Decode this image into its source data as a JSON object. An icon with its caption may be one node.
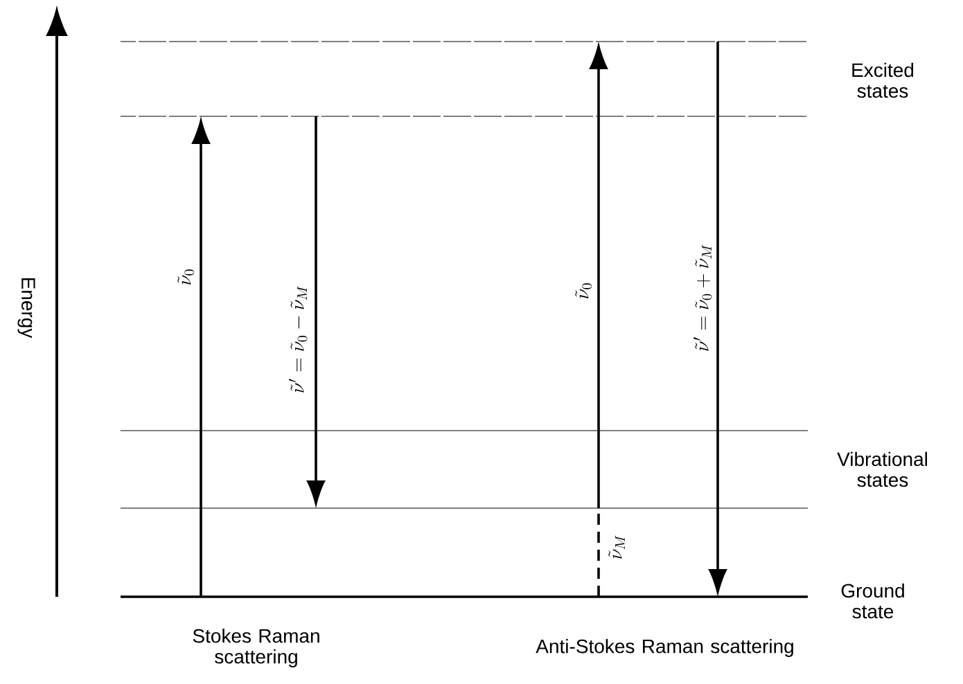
{
  "diagram": {
    "nodes": [
      {
        "text": [],
        "shape": "line"
      },
      {
        "text": [],
        "shape": "line"
      },
      {
        "text": [],
        "shape": "line"
      },
      {
        "text": [],
        "shape": "line"
      },
      {
        "text": [],
        "shape": "line"
      }
    ],
    "edges": [
      {
        "from": 4,
        "to": 1,
        "arrow": "to",
        "label": "\\tilde{\\nu}_0"
      },
      {
        "from": 1,
        "to": 3,
        "arrow": "to",
        "label": "\\tilde{\\nu}' = \\tilde{\\nu}_0 - \\tilde{\\nu}_M"
      },
      {
        "from": 3,
        "to": 0,
        "arrow": "to",
        "label": "\\tilde{\\nu}_0"
      },
      {
        "from": 4,
        "to": 3,
        "arrow": "none",
        "style": "dashed",
        "label": "\\tilde{\\nu}_M"
      },
      {
        "from": 0,
        "to": 4,
        "arrow": "to",
        "label": "\\tilde{\\nu}' = \\tilde{\\nu}_0 + \\tilde{\\nu}_M"
      }
    ],
    "labels": [
      "Energy",
      "Excited states",
      "Vibrational states",
      "Ground state",
      "Stokes Raman scattering",
      "Anti-Stokes Raman scattering"
    ]
  }
}
